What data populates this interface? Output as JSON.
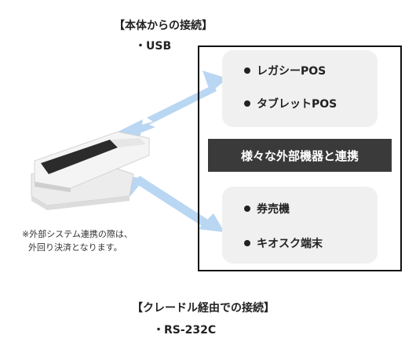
{
  "top_label": {
    "title": "【本体からの接続】",
    "item": "・USB"
  },
  "bottom_label": {
    "title": "【クレードル経由での接続】",
    "item": "・RS-232C"
  },
  "note": {
    "line1": "※外部システム連携の際は、",
    "line2": "外回り決済となります。"
  },
  "banner": "様々な外部機器と連携",
  "upper_panel": {
    "items": [
      "レガシーPOS",
      "タブレットPOS"
    ]
  },
  "lower_panel": {
    "items": [
      "券売機",
      "キオスク端末"
    ]
  },
  "colors": {
    "arrow": "#b9d6f2",
    "panel": "#f0f0f0",
    "banner": "#3a3a3a"
  }
}
